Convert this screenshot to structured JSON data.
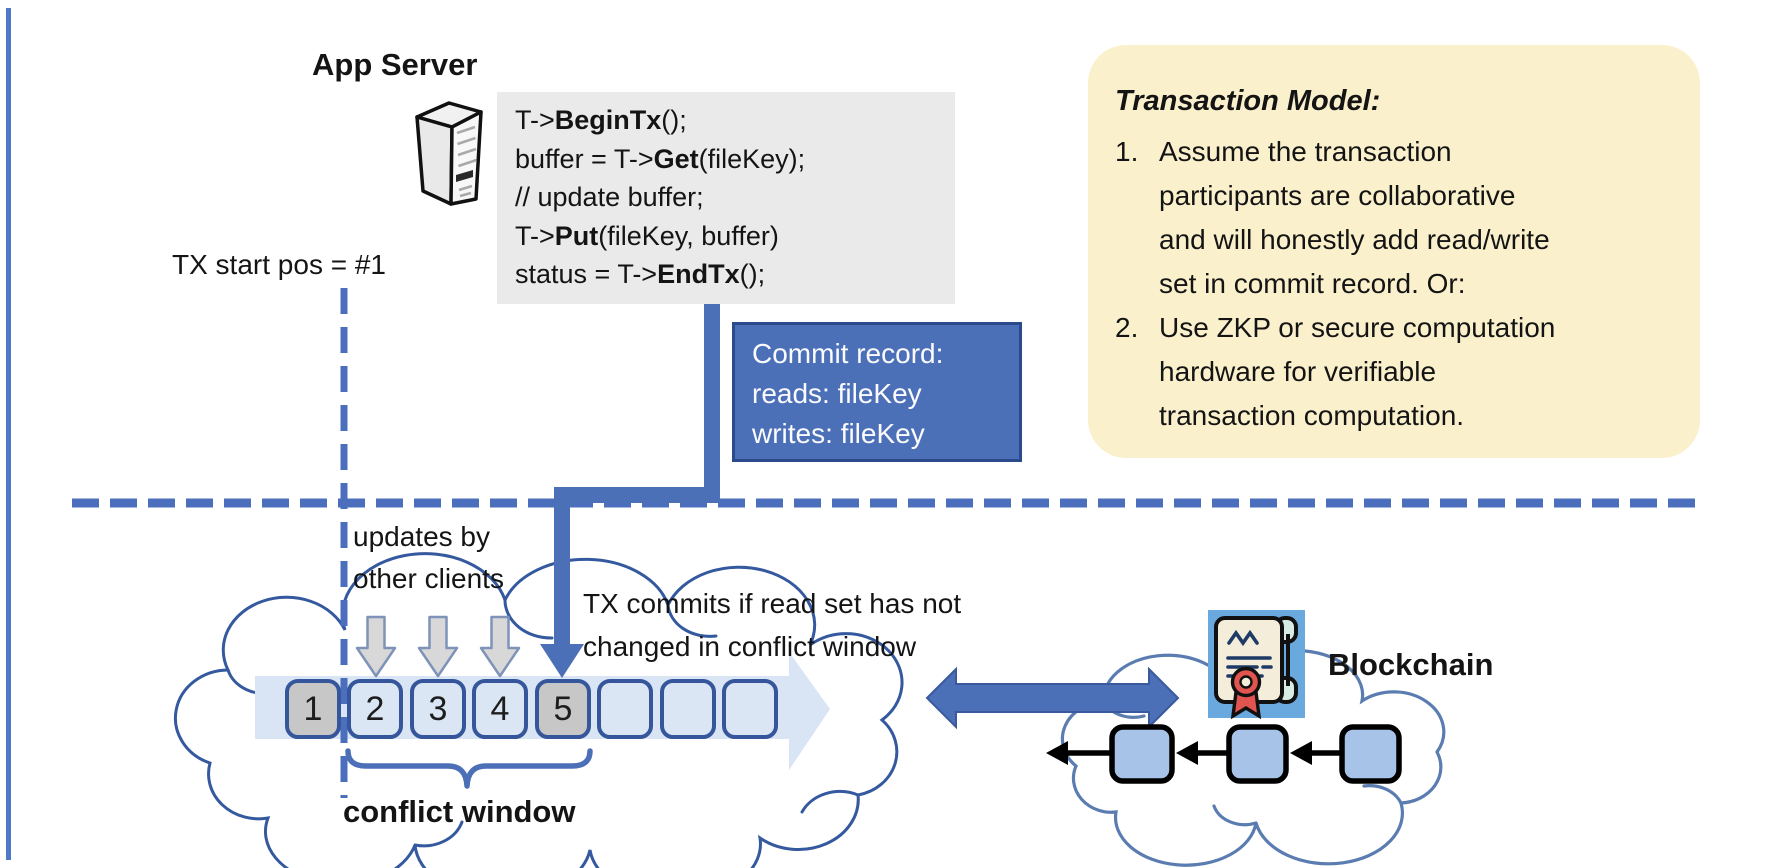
{
  "colors": {
    "accent_blue": "#4c70b8",
    "dashed_blue": "#4b6fbd",
    "commit_fill": "#4c70b8",
    "commit_border": "#2b4a8b",
    "note_bg": "#faf0cc",
    "code_bg": "#eaeaea",
    "block_border": "#35569b",
    "block_fill": "#dbe6f5",
    "block_gray": "#c7c7c7",
    "cloud_stroke": "#34599e",
    "right_cloud_stroke": "#5a7cb0",
    "chain_fill": "#a7c4e8",
    "band_fill": "#d9e4f4",
    "icon_bg": "#6aa9de",
    "ribbon_red": "#e1544f",
    "ink_navy": "#1e3a66"
  },
  "app_server": {
    "title": "App Server"
  },
  "code_block": {
    "lines": [
      [
        {
          "t": "T->"
        },
        {
          "t": "BeginTx",
          "b": true
        },
        {
          "t": "();"
        }
      ],
      [
        {
          "t": "buffer = T->"
        },
        {
          "t": "Get",
          "b": true
        },
        {
          "t": "(fileKey);"
        }
      ],
      [
        {
          "t": "// update buffer;"
        }
      ],
      [
        {
          "t": "T->"
        },
        {
          "t": "Put",
          "b": true
        },
        {
          "t": "(fileKey, buffer)"
        }
      ],
      [
        {
          "t": "status = T->"
        },
        {
          "t": "EndTx",
          "b": true
        },
        {
          "t": "();"
        }
      ]
    ]
  },
  "labels": {
    "tx_start": "TX start pos = #1",
    "updates_line1": "updates by",
    "updates_line2": "other clients",
    "tx_commits_line1": "TX commits if read set has not",
    "tx_commits_line2": "changed in conflict window",
    "conflict_window": "conflict window",
    "blockchain": "Blockchain"
  },
  "commit_record": {
    "line1": "Commit record:",
    "line2": "reads: fileKey",
    "line3": "writes: fileKey"
  },
  "transaction_model": {
    "title": "Transaction Model:",
    "items": [
      {
        "num": "1.",
        "lines": [
          "Assume the transaction",
          "participants are collaborative",
          "and will honestly add read/write",
          "set in commit record.  Or:"
        ]
      },
      {
        "num": "2.",
        "lines": [
          "Use ZKP or secure computation",
          "hardware for verifiable",
          "transaction computation."
        ]
      }
    ]
  },
  "ledger_blocks": [
    {
      "label": "1",
      "gray": true
    },
    {
      "label": "2",
      "gray": false
    },
    {
      "label": "3",
      "gray": false
    },
    {
      "label": "4",
      "gray": false
    },
    {
      "label": "5",
      "gray": true
    },
    {
      "label": "",
      "gray": false
    },
    {
      "label": "",
      "gray": false
    },
    {
      "label": "",
      "gray": false
    }
  ],
  "icons": {
    "server": "server-tower-icon",
    "certificate": "certificate-scroll-icon",
    "update_arrow": "down-arrow-icon",
    "commit_arrow": "elbow-down-arrow-icon",
    "sync_arrow": "double-headed-arrow-icon"
  }
}
